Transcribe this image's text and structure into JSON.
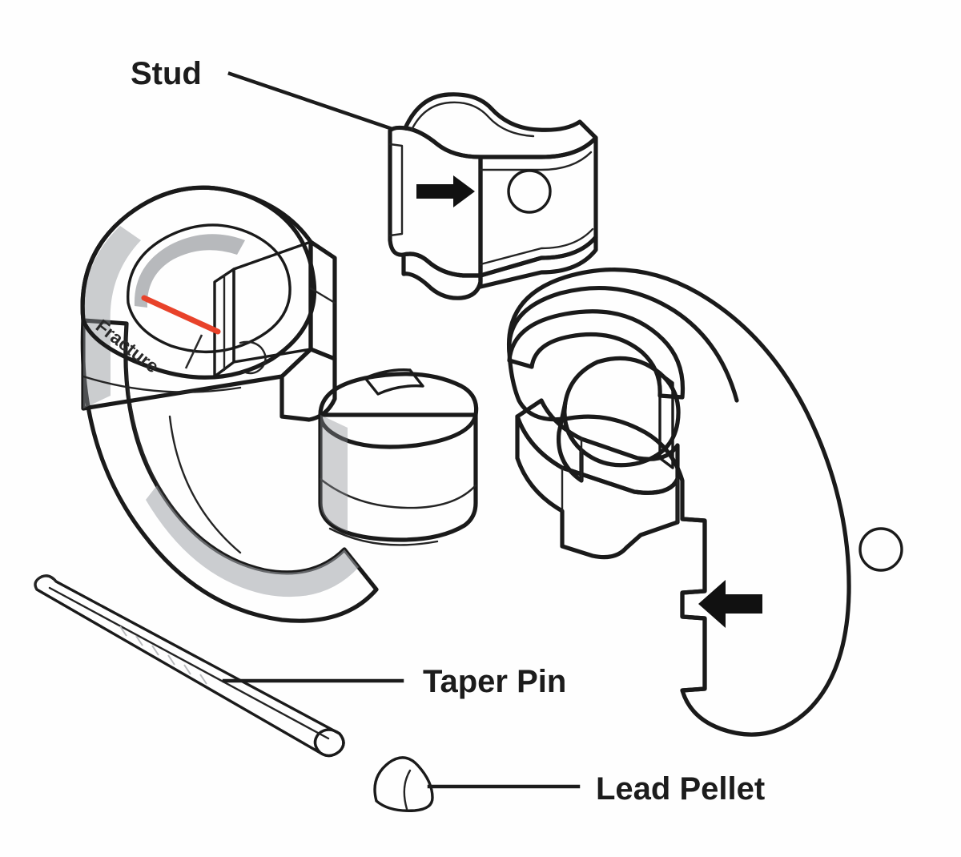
{
  "figure": {
    "title": "Exploded assembly diagram",
    "background_color": "#ffffff",
    "line_color": "#1a1a1a",
    "fracture_color": "#e8422a",
    "metal_light": "#c9cbcd",
    "metal_mid": "#9a9ca0",
    "metal_dark": "#7f8489",
    "metal_shadow": "#6e7378"
  },
  "labels": {
    "stud": "Stud",
    "fracture": "Fracture",
    "taper_pin": "Taper Pin",
    "lead_pellet": "Lead Pellet"
  },
  "parts": [
    {
      "id": "stud",
      "label": "Stud",
      "description": "saddle-shaped block with through hole",
      "shaded": false,
      "has_arrow": true,
      "arrow_direction": "right",
      "has_hole": true
    },
    {
      "id": "ring-housing",
      "label": "Fracture",
      "description": "shaded split ring housing with fracture line",
      "shaded": true,
      "has_arrow": false,
      "has_hole": false
    },
    {
      "id": "boss",
      "label": "",
      "description": "shaded cylindrical boss with slot",
      "shaded": true,
      "has_arrow": false,
      "has_hole": false
    },
    {
      "id": "hook-body",
      "label": "",
      "description": "hook shaped body outline with stepped notch and hole",
      "shaded": false,
      "has_arrow": true,
      "arrow_direction": "left",
      "has_hole": true
    },
    {
      "id": "taper-pin",
      "label": "Taper Pin",
      "description": "tapered cylindrical pin",
      "shaded": false,
      "has_arrow": false,
      "has_hole": false
    },
    {
      "id": "lead-pellet",
      "label": "Lead Pellet",
      "description": "small rounded conical pellet",
      "shaded": false,
      "has_arrow": false,
      "has_hole": false
    }
  ],
  "annotations": {
    "fracture_marker": "red fracture line on ring housing",
    "leaders": [
      {
        "from": "Stud",
        "to": "stud part"
      },
      {
        "from": "Taper Pin",
        "to": "taper pin part"
      },
      {
        "from": "Lead Pellet",
        "to": "lead pellet part"
      }
    ]
  }
}
